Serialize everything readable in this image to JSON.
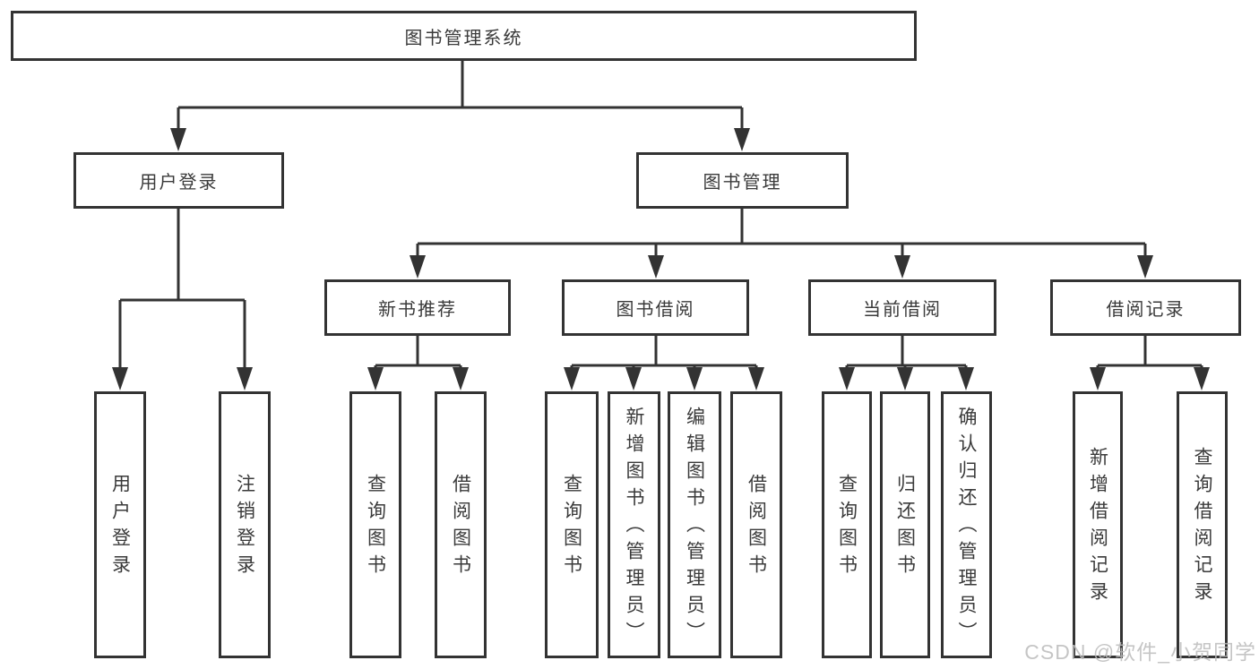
{
  "colors": {
    "line": "#333333",
    "text": "#3a3a3a",
    "background": "#ffffff",
    "watermark": "#bcbcbc"
  },
  "watermark": "CSDN @软件_小贺同学",
  "tree": {
    "root": {
      "label": "图书管理系统"
    },
    "branches": [
      {
        "label": "用户登录",
        "children": [
          {
            "label": "用户登录"
          },
          {
            "label": "注销登录"
          }
        ]
      },
      {
        "label": "图书管理",
        "children": [
          {
            "label": "新书推荐",
            "children": [
              {
                "label": "查询图书"
              },
              {
                "label": "借阅图书"
              }
            ]
          },
          {
            "label": "图书借阅",
            "children": [
              {
                "label": "查询图书"
              },
              {
                "label": "新增图书（管理员）"
              },
              {
                "label": "编辑图书（管理员）"
              },
              {
                "label": "借阅图书"
              }
            ]
          },
          {
            "label": "当前借阅",
            "children": [
              {
                "label": "查询图书"
              },
              {
                "label": "归还图书"
              },
              {
                "label": "确认归还（管理员）"
              }
            ]
          },
          {
            "label": "借阅记录",
            "children": [
              {
                "label": "新增借阅记录"
              },
              {
                "label": "查询借阅记录"
              }
            ]
          }
        ]
      }
    ]
  }
}
